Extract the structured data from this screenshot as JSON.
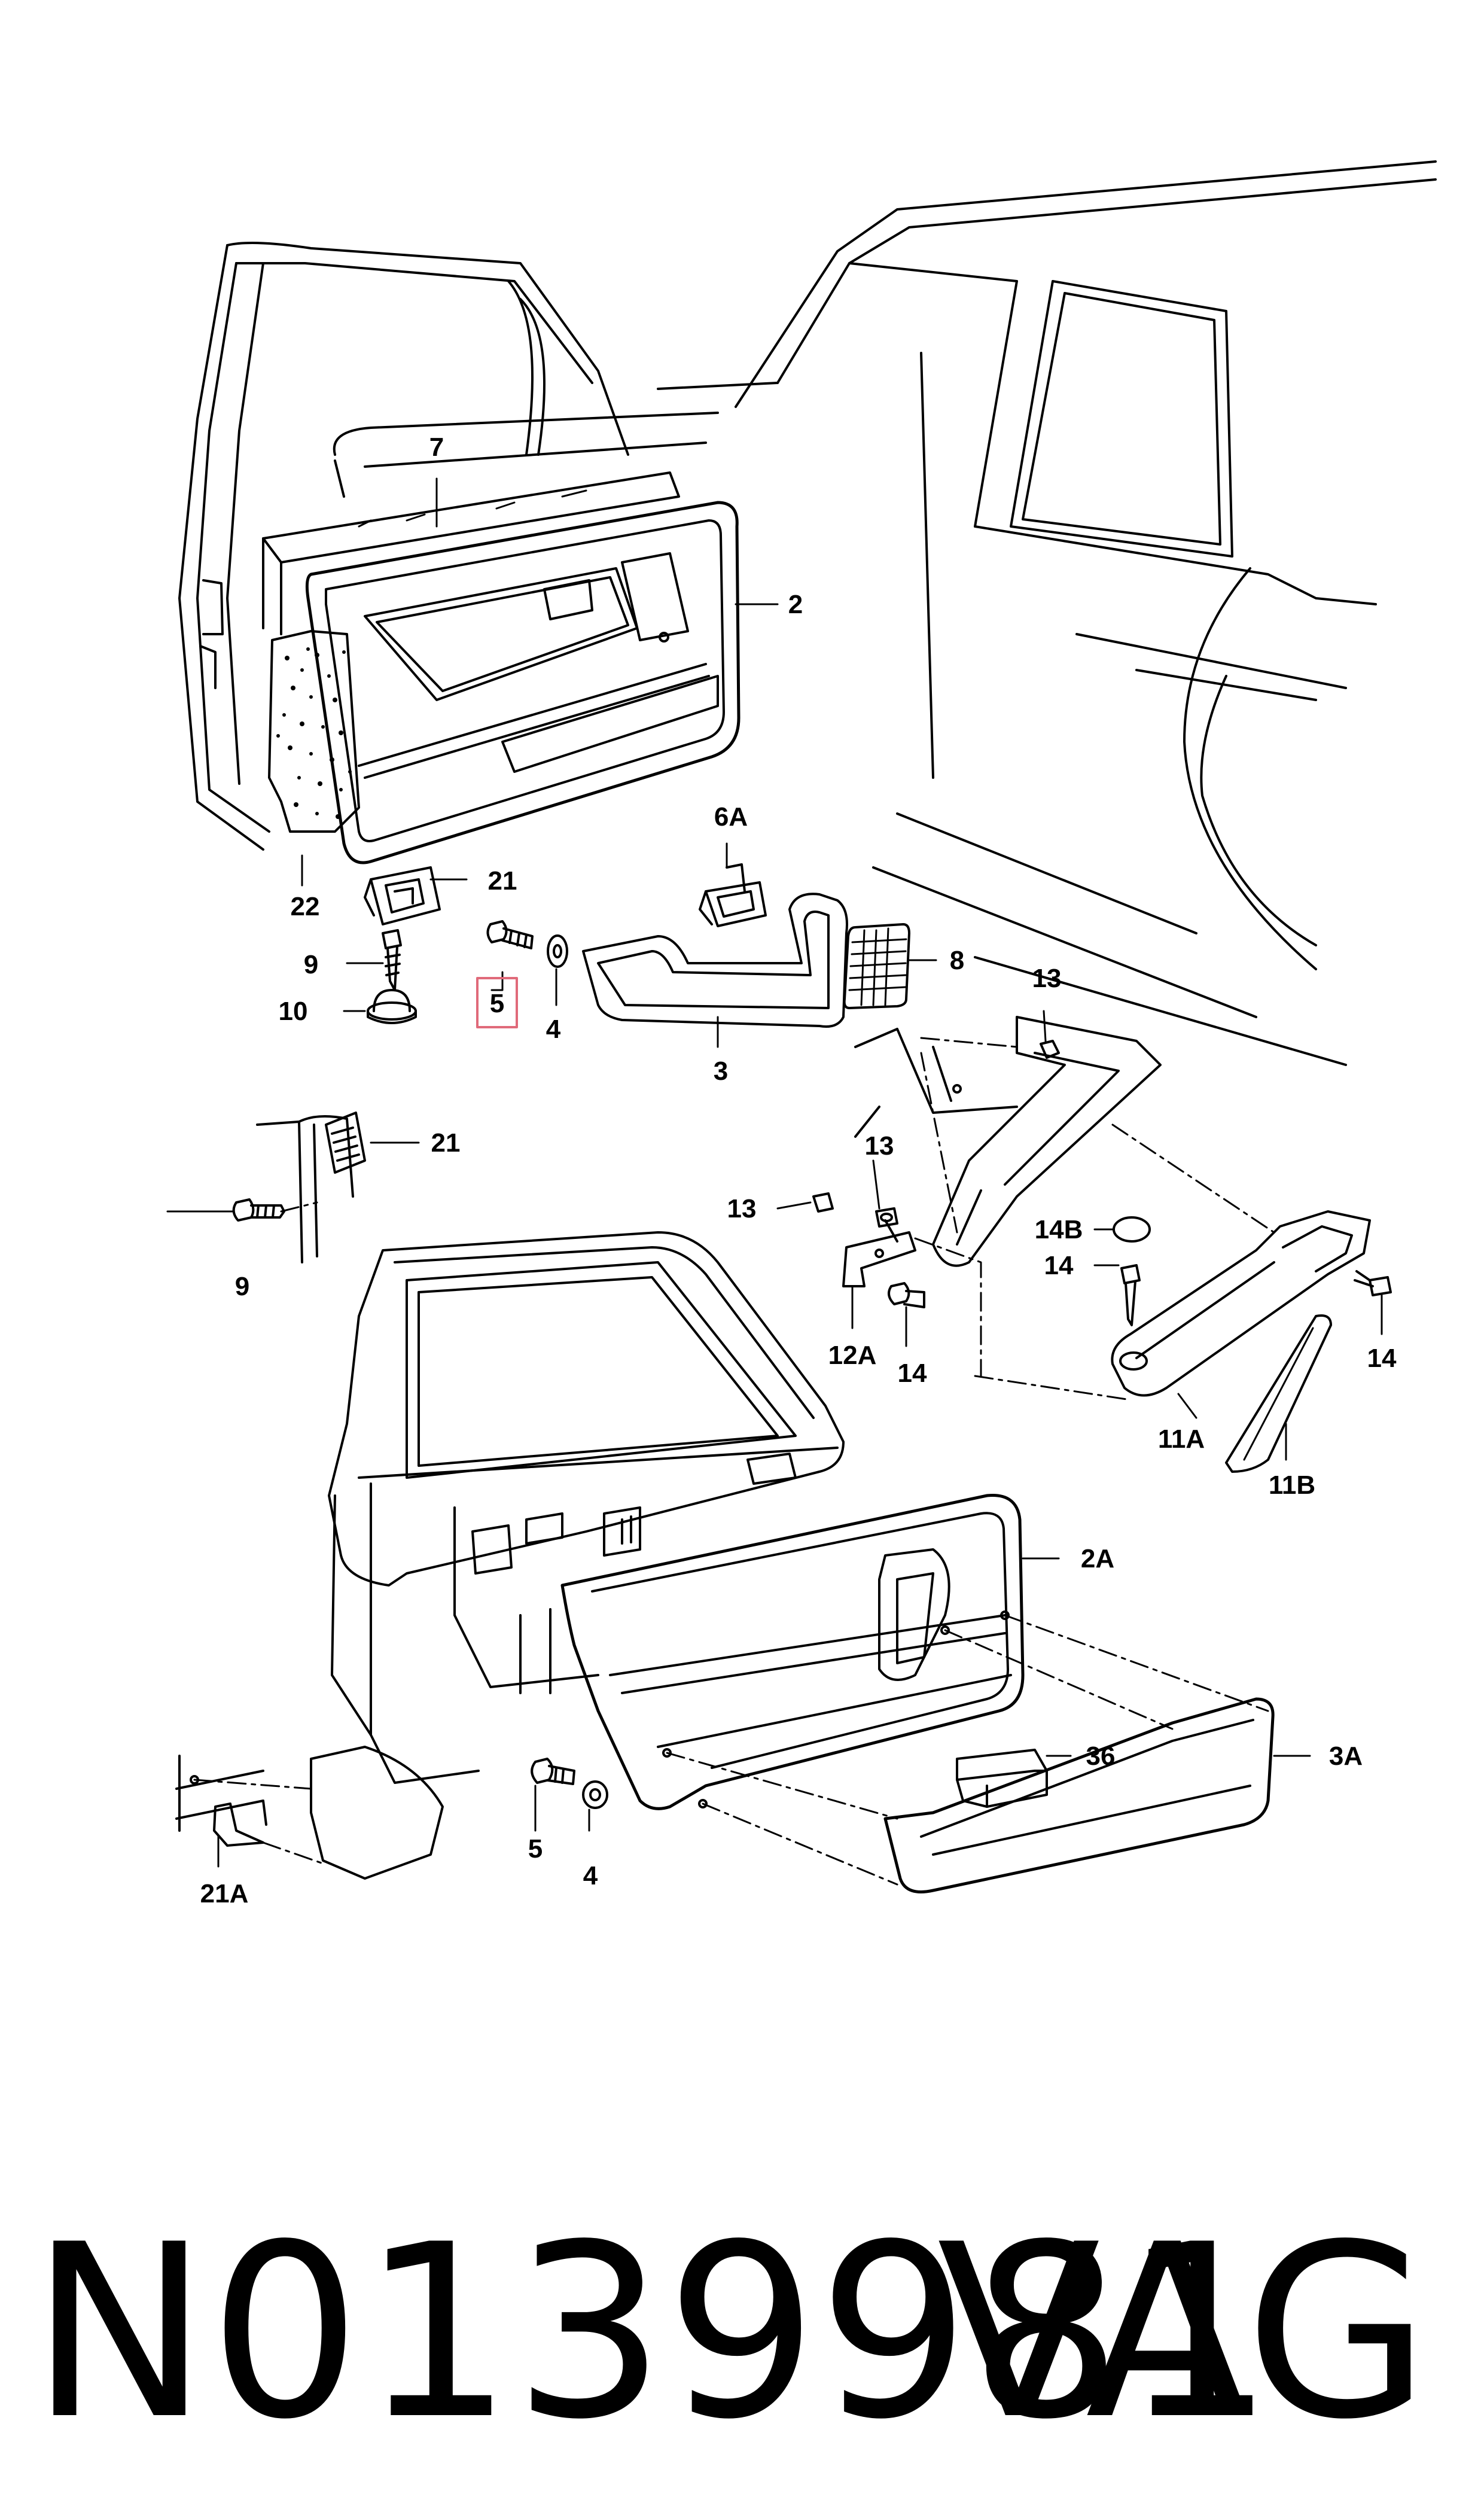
{
  "callouts": {
    "c7": "7",
    "c2": "2",
    "c22": "22",
    "c21": "21",
    "c9": "9",
    "c10": "10",
    "c5": "5",
    "c4": "4",
    "c6A": "6A",
    "c3": "3",
    "c8": "8",
    "c13": "13",
    "c21b": "21",
    "c9b": "9",
    "c13b": "13",
    "c13c": "13",
    "c14B": "14B",
    "c14": "14",
    "c14b": "14",
    "c12A": "12A",
    "c14c": "14",
    "c11A": "11A",
    "c11B": "11B",
    "c2A": "2A",
    "c36": "36",
    "c3A": "3A",
    "c5b": "5",
    "c4b": "4",
    "c21A": "21A"
  },
  "highlight_color": "#e06a7a",
  "footer": {
    "part_number": "N0139981",
    "brand": "VAG"
  }
}
